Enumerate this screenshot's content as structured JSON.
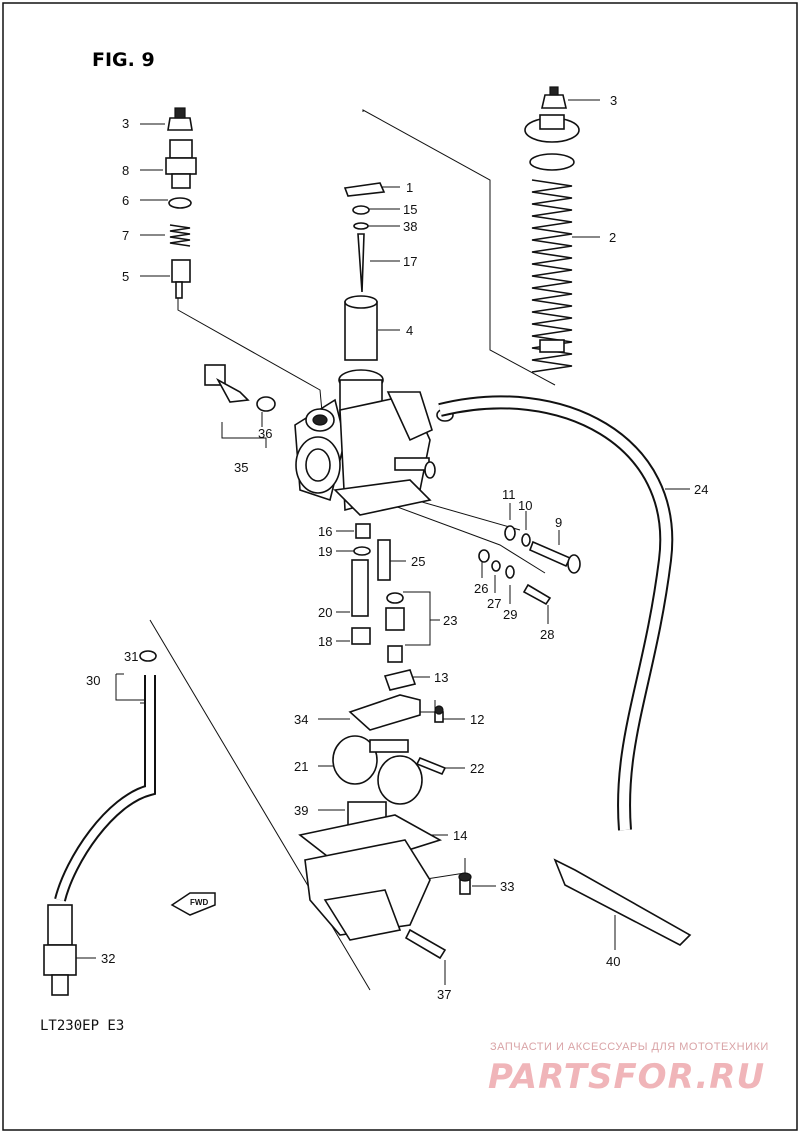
{
  "figure": {
    "title": "FIG. 9",
    "model_code": "LT230EP  E3"
  },
  "callouts": [
    "1",
    "2",
    "3",
    "3",
    "4",
    "5",
    "6",
    "7",
    "8",
    "9",
    "10",
    "11",
    "12",
    "13",
    "14",
    "15",
    "16",
    "17",
    "18",
    "19",
    "20",
    "21",
    "22",
    "23",
    "24",
    "25",
    "26",
    "27",
    "28",
    "29",
    "30",
    "31",
    "32",
    "33",
    "34",
    "35",
    "36",
    "37",
    "38",
    "39",
    "40"
  ],
  "direction_marker": {
    "label": "FWD"
  },
  "watermark": {
    "tagline": "ЗАПЧАСТИ И АКСЕССУАРЫ ДЛЯ МОТОТЕХНИКИ",
    "site": "PARTSFOR.RU",
    "color": "#e8848b"
  }
}
